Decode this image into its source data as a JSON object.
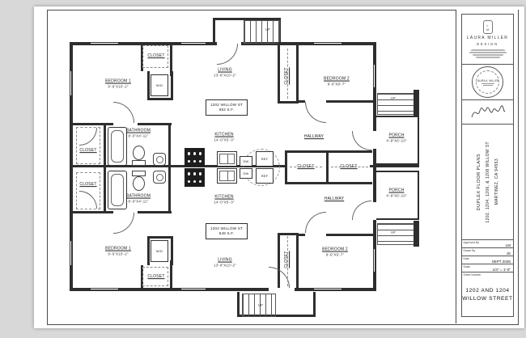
{
  "page": {
    "canvas_bg": "#d8d8d8",
    "sheet_bg": "#ffffff",
    "line_color": "#2e2e2e"
  },
  "title_block": {
    "firm": {
      "monogram": "LM",
      "name": "LAURA MILLER",
      "subname": "DESIGN"
    },
    "stamp": {
      "name": "LAURA A. MILLER"
    },
    "project": {
      "title": "DUPLEX FLOOR PLANS",
      "address": "1202, 1204, 1206, & 1208  WILLOW ST",
      "city": "MARTINEZ, CA 94553"
    },
    "fields": [
      {
        "label": "Approved By",
        "value": "LM"
      },
      {
        "label": "Drawn By",
        "value": "JS"
      },
      {
        "label": "Date",
        "value": "SEPT 2025"
      },
      {
        "label": "Scale",
        "value": "1/4\" = 1'-0\""
      }
    ],
    "sheet_number_label": "Sheet Number",
    "sheet_title_line1": "1202 AND 1204",
    "sheet_title_line2": "WILLOW STREET"
  },
  "plan": {
    "shared": {
      "closet": "CLOSET",
      "wd": "W/D",
      "dw": "DW",
      "ref": "REF",
      "up": "UP"
    },
    "unit_top": {
      "address": "1202 WILLOW ST",
      "area": "652 S.F.",
      "bedroom1": {
        "name": "BEDROOM 1",
        "dim": "9'-6\"X10'-2\""
      },
      "bedroom2": {
        "name": "BEDROOM 2",
        "dim": "9'-6\"X9'-7\""
      },
      "living": {
        "name": "LIVING",
        "dim": "13'-8\"X10'-2\""
      },
      "kitchen": {
        "name": "KITCHEN",
        "dim": "14'-0\"X5'-3\""
      },
      "bathroom": {
        "name": "BATHROOM",
        "dim": "8'-0\"X4'-11\""
      },
      "hallway": "HALLWAY",
      "porch": {
        "name": "PORCH",
        "dim": "4'-9\"X6'-10\""
      }
    },
    "unit_bottom": {
      "address": "1204 WILLOW ST",
      "area": "648 S.F.",
      "bedroom1": {
        "name": "BEDROOM 1",
        "dim": "9'-6\"X10'-2\""
      },
      "bedroom2": {
        "name": "BEDROOM 2",
        "dim": "9'-6\"X9'-7\""
      },
      "living": {
        "name": "LIVING",
        "dim": "13'-8\"X10'-2\""
      },
      "kitchen": {
        "name": "KITCHEN",
        "dim": "14'-0\"X5'-3\""
      },
      "bathroom": {
        "name": "BATHROOM",
        "dim": "8'-0\"X4'-11\""
      },
      "hallway": "HALLWAY",
      "porch": {
        "name": "PORCH",
        "dim": "4'-9\"X6'-10\""
      }
    }
  }
}
